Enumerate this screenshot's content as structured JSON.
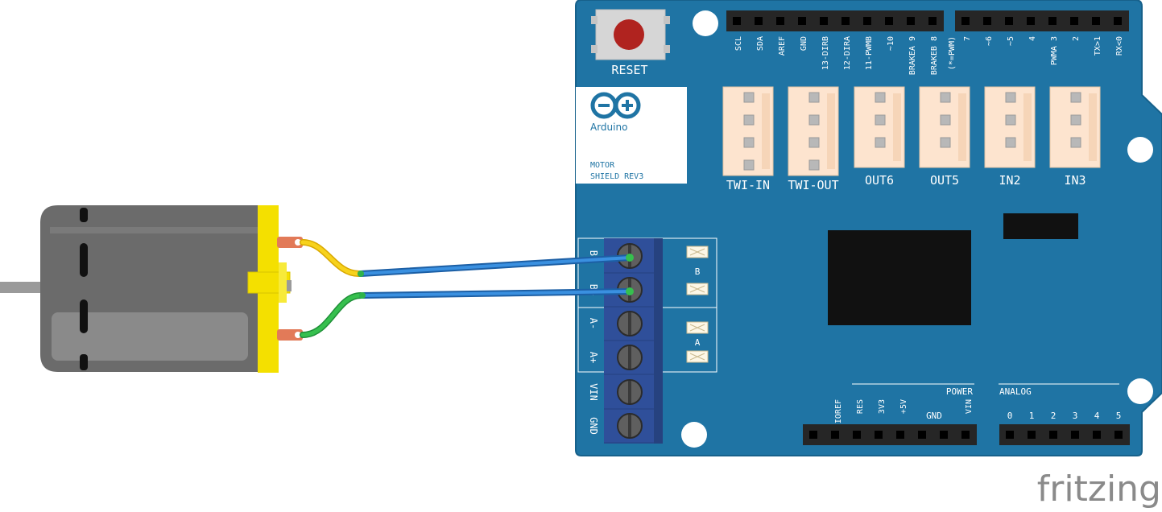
{
  "colors": {
    "board": "#1f74a4",
    "board_edge": "#17618b",
    "silk": "#ffffff",
    "terminal": "#2f4f9a",
    "motor_body": "#6b6b6b",
    "motor_cap": "#f4e000",
    "wire_blue": "#2a7fd4",
    "wire_yellow": "#f2c200",
    "wire_green": "#2fb34a",
    "reset_button": "#b0231f",
    "watermark": "#8a8a8a"
  },
  "shield": {
    "reset_label": "RESET",
    "logo_brand": "Arduino",
    "logo_line1": "MOTOR",
    "logo_line2": "SHIELD REV3",
    "top_header_left": [
      "SCL",
      "SDA",
      "AREF",
      "GND",
      "13-DIRB",
      "12-DIRA",
      "11-PWMB",
      "~10",
      "BRAKEA 9",
      "BRAKEB 8"
    ],
    "pwm_note": "(*=PWM)",
    "top_header_right": [
      "7",
      "~6",
      "~5",
      "4",
      "PWMA 3",
      "2",
      "TX>1",
      "RX<0"
    ],
    "connectors": [
      "TWI-IN",
      "TWI-OUT",
      "OUT6",
      "OUT5",
      "IN2",
      "IN3"
    ],
    "terminal_labels": [
      "B-",
      "B+",
      "A-",
      "A+",
      "VIN",
      "GND"
    ],
    "led_group_b": "B",
    "led_group_a": "A",
    "power_title": "POWER",
    "power_pins": [
      "IOREF",
      "RES",
      "3V3",
      "+5V",
      "GND",
      "",
      "VIN"
    ],
    "analog_title": "ANALOG",
    "analog_pins": [
      "0",
      "1",
      "2",
      "3",
      "4",
      "5"
    ]
  },
  "watermark": "fritzing"
}
